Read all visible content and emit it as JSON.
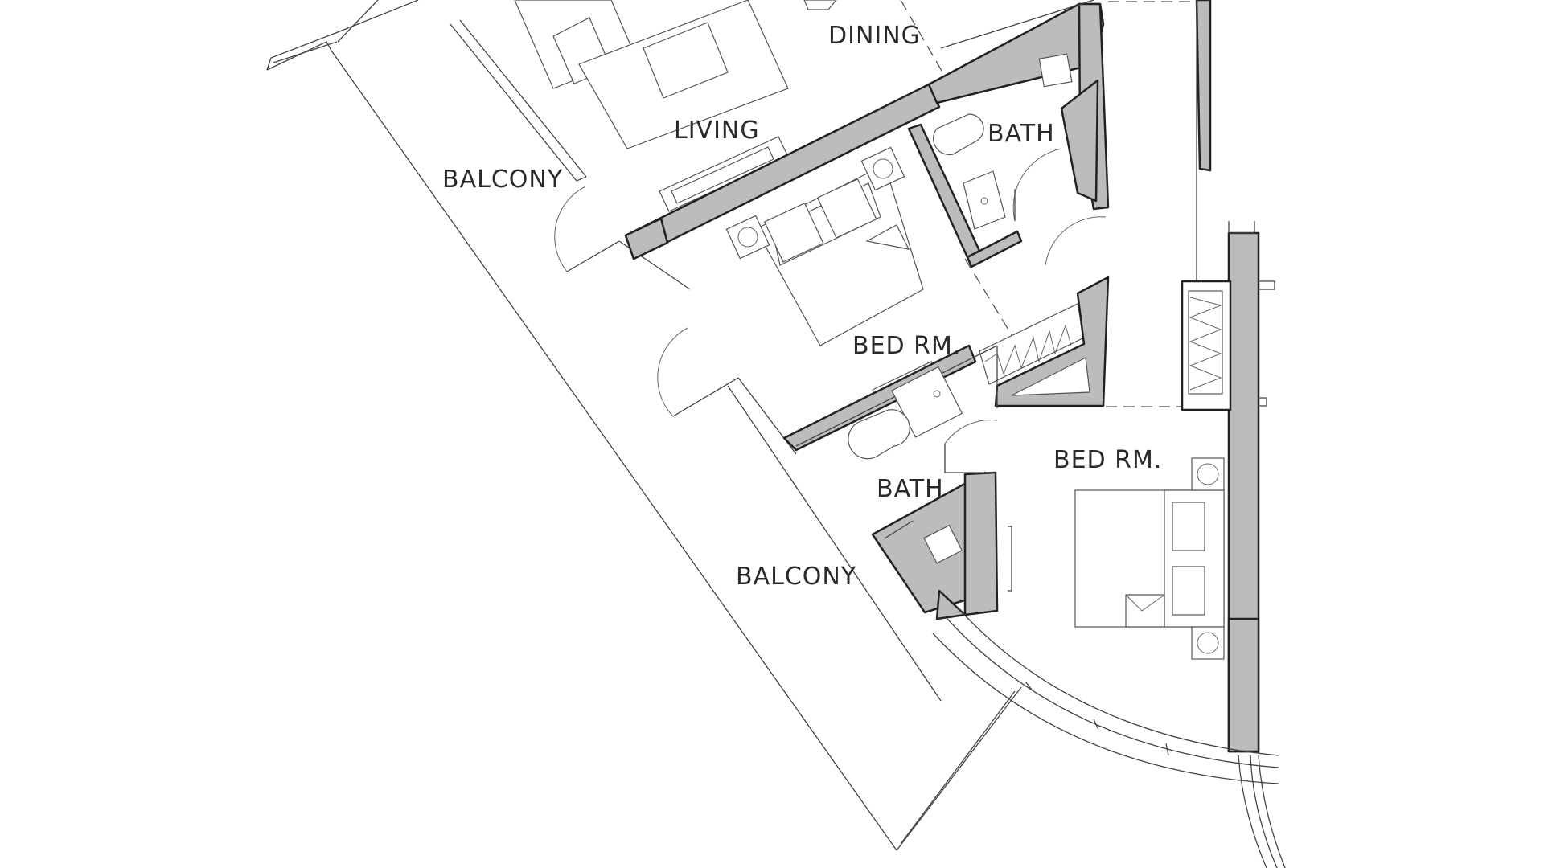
{
  "rooms": {
    "dining": "DINING",
    "living": "LIVING",
    "bath_top": "BATH",
    "balcony_top": "BALCONY",
    "bed_room_1": "BED RM.",
    "bed_room_2": "BED RM.",
    "bath_bottom": "BATH",
    "balcony_bottom": "BALCONY"
  },
  "colors": {
    "wall_fill": "#bcbcbc",
    "line": "#444444",
    "background": "#ffffff"
  }
}
